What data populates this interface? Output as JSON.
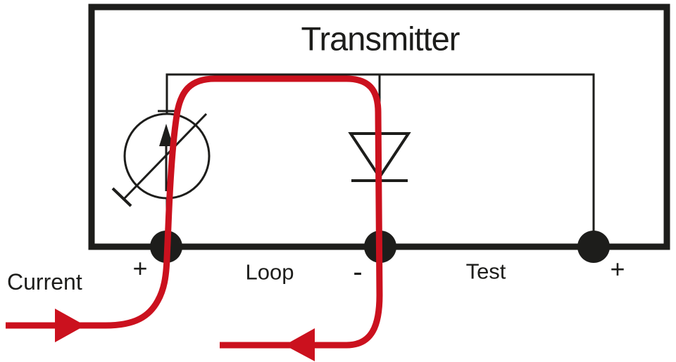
{
  "title": "Transmitter",
  "labels": {
    "current": "Current",
    "loop_plus": "+",
    "loop": "Loop",
    "common_minus": "-",
    "test": "Test",
    "test_plus": "+"
  },
  "colors": {
    "wire": "#1d1d1b",
    "flow": "#cb111e",
    "background": "#ffffff"
  },
  "icons": {
    "current_source": "adjustable-current-source-circle-with-arrow",
    "diode": "downward-diode-triangle-with-cathode-bar",
    "flow_entry_arrow": "red-arrowhead-pointing-right",
    "flow_exit_arrow": "red-arrowhead-pointing-left",
    "terminals": "solid-black-junction-dots"
  }
}
